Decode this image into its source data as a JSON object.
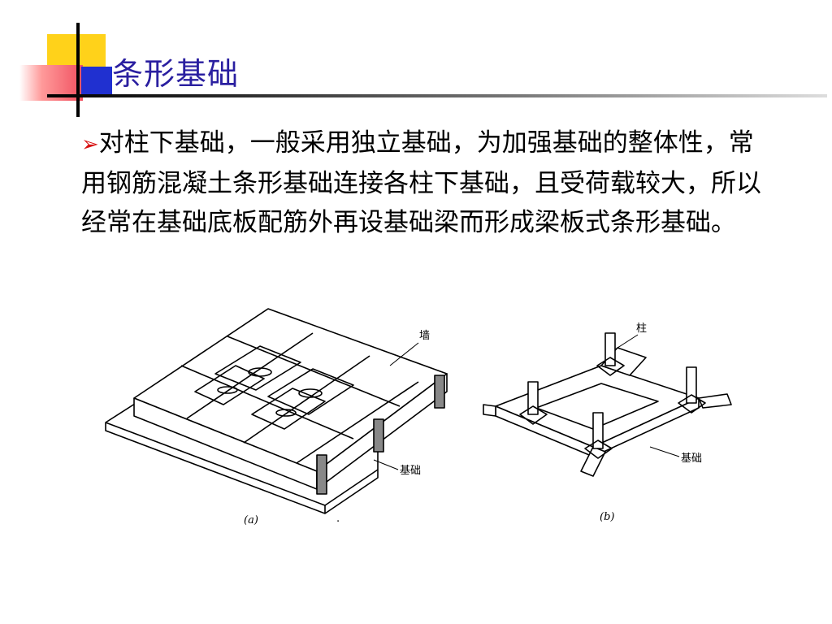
{
  "slide": {
    "title": "条形基础",
    "bullet_symbol": "➢",
    "bullet_text": "对柱下基础，一般采用独立基础，为加强基础的整体性，常用钢筋混凝土条形基础连接各柱下基础，且受荷载较大，所以经常在基础底板配筋外再设基础梁而形成梁板式条形基础。"
  },
  "figure": {
    "a": {
      "label_wall": "墙",
      "label_foundation": "基础",
      "caption": "(a)"
    },
    "b": {
      "label_column": "柱",
      "label_foundation": "基础",
      "caption": "(b)"
    },
    "dot": "."
  }
}
